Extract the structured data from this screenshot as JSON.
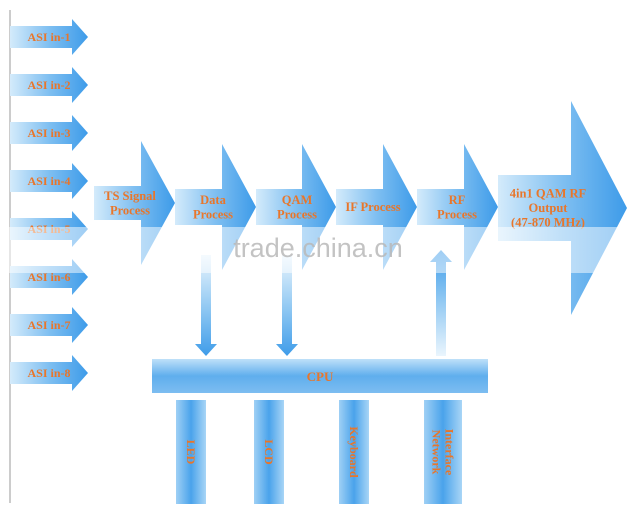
{
  "inputs": [
    "ASI in-1",
    "ASI in-2",
    "ASI in-3",
    "ASI in-4",
    "ASI in-5",
    "ASI in-6",
    "ASI in-7",
    "ASI in-8"
  ],
  "stages": [
    {
      "lines": [
        "TS Signal",
        "Process"
      ]
    },
    {
      "lines": [
        "Data",
        "Process"
      ]
    },
    {
      "lines": [
        "QAM",
        "Process"
      ]
    },
    {
      "lines": [
        "IF Process"
      ]
    },
    {
      "lines": [
        "RF",
        "Process"
      ]
    },
    {
      "lines": [
        "4in1 QAM RF",
        "Output",
        "(47-870 MHz)"
      ]
    }
  ],
  "cpu": {
    "label": "CPU"
  },
  "peripherals": [
    {
      "lines": [
        "LED"
      ]
    },
    {
      "lines": [
        "LCD"
      ]
    },
    {
      "lines": [
        "Keyboard"
      ]
    },
    {
      "lines": [
        "Network",
        "Interface"
      ]
    }
  ],
  "watermark": "trade.china.cn",
  "colors": {
    "arrow_light": "#e9f4fd",
    "arrow_mid": "#a6d2f5",
    "arrow_dark": "#3d9be9",
    "label": "#e8762b",
    "spine": "#aaaaaa"
  }
}
